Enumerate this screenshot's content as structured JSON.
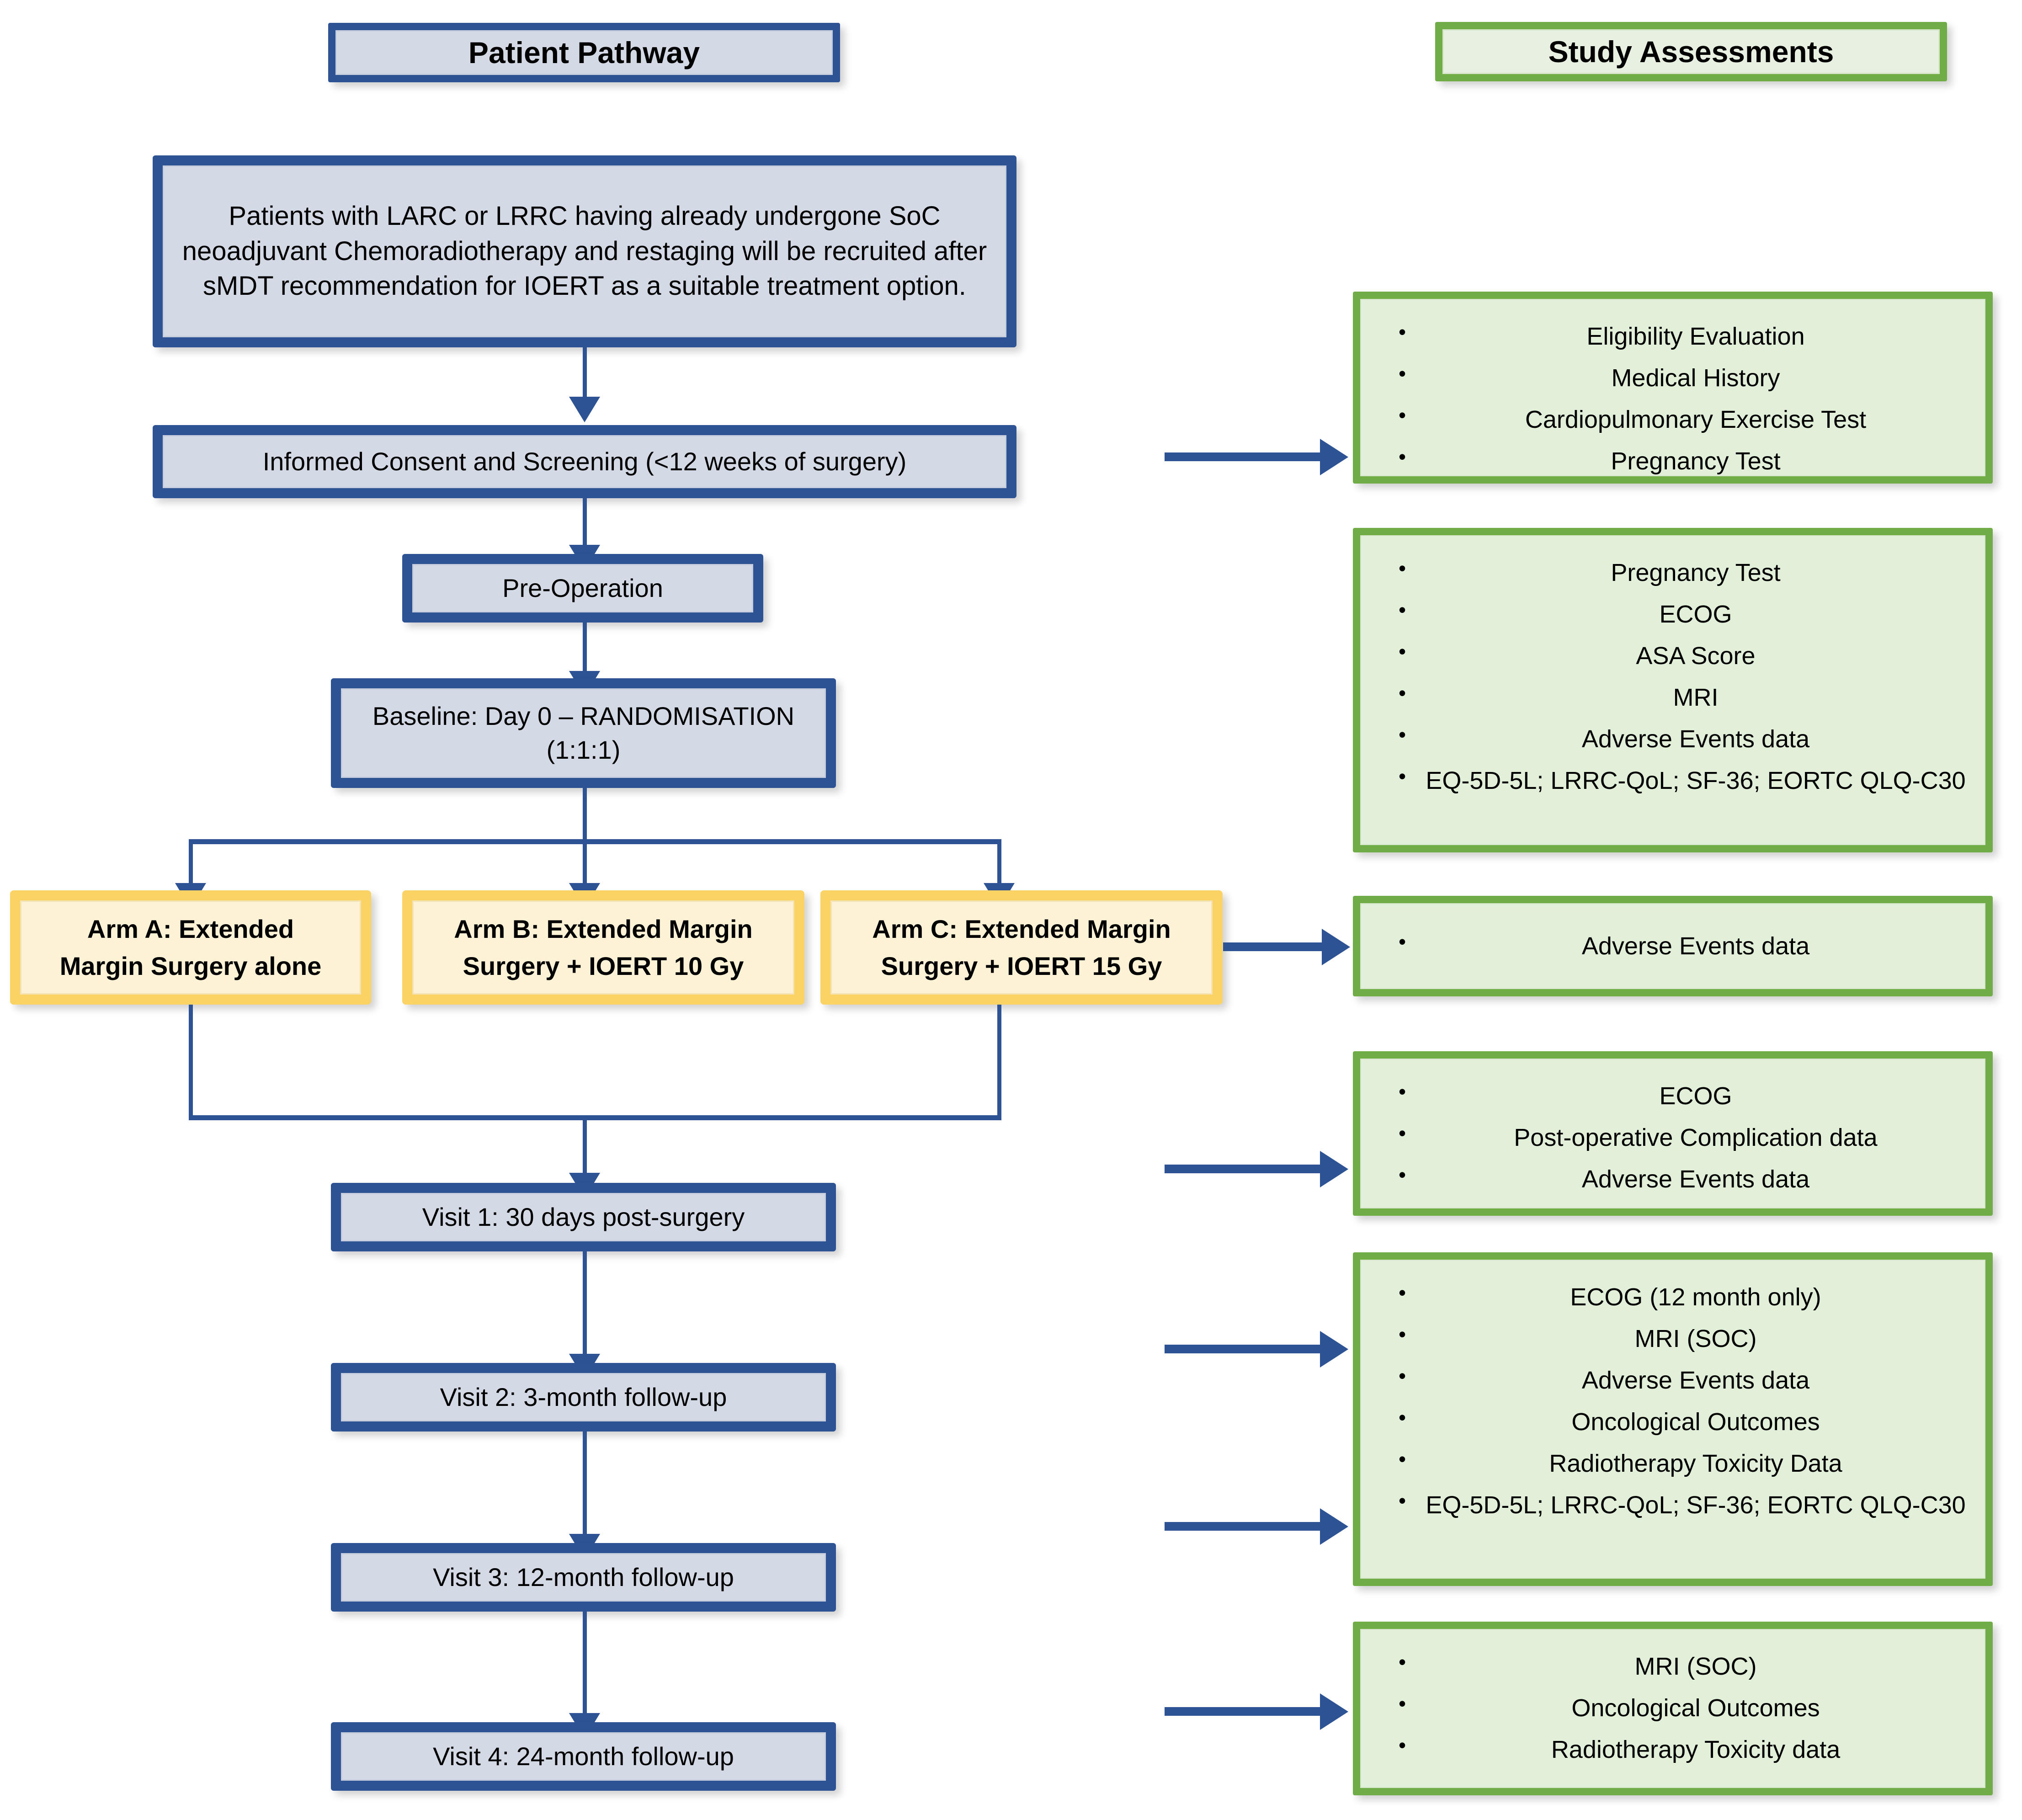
{
  "headers": {
    "left": "Patient Pathway",
    "right": "Study Assessments"
  },
  "colors": {
    "blue_border": "#2E5395",
    "blue_fill": "#D3DAE6",
    "green_border": "#70AD47",
    "green_fill": "#E2EFD9",
    "yellow_border": "#FBD264",
    "yellow_fill": "#FDF2D5",
    "arrow": "#2E5395"
  },
  "pathway": {
    "recruitment": "Patients with LARC or LRRC having already undergone SoC neoadjuvant Chemoradiotherapy and restaging will be recruited after sMDT recommendation for IOERT as a suitable treatment option.",
    "consent": "Informed Consent and Screening (<12 weeks of surgery)",
    "pre_operation": "Pre-Operation",
    "baseline_line1": "Baseline: Day 0 – RANDOMISATION",
    "baseline_line2": "(1:1:1)",
    "arms": [
      {
        "line1": "Arm A: Extended",
        "line2": "Margin Surgery alone"
      },
      {
        "line1": "Arm B: Extended Margin",
        "line2": "Surgery + IOERT 10 Gy"
      },
      {
        "line1": "Arm C: Extended Margin",
        "line2": "Surgery + IOERT 15 Gy"
      }
    ],
    "visit1": "Visit 1: 30 days post-surgery",
    "visit2": "Visit 2: 3-month follow-up",
    "visit3": "Visit 3: 12-month follow-up",
    "visit4": "Visit 4: 24-month follow-up"
  },
  "assessments": {
    "screening": [
      "Eligibility Evaluation",
      "Medical History",
      "Cardiopulmonary Exercise Test",
      "Pregnancy Test"
    ],
    "baseline": [
      "Pregnancy Test",
      "ECOG",
      "ASA Score",
      "MRI",
      "Adverse Events data",
      "EQ-5D-5L; LRRC-QoL; SF-36; EORTC QLQ-C30"
    ],
    "arms": [
      "Adverse Events data"
    ],
    "visit1": [
      "ECOG",
      "Post-operative Complication data",
      "Adverse Events data"
    ],
    "followup": [
      "ECOG (12 month only)",
      "MRI (SOC)",
      "Adverse Events data",
      "Oncological Outcomes",
      "Radiotherapy Toxicity Data",
      "EQ-5D-5L; LRRC-QoL; SF-36; EORTC QLQ-C30"
    ],
    "visit4": [
      "MRI (SOC)",
      "Oncological Outcomes",
      "Radiotherapy Toxicity data"
    ]
  }
}
